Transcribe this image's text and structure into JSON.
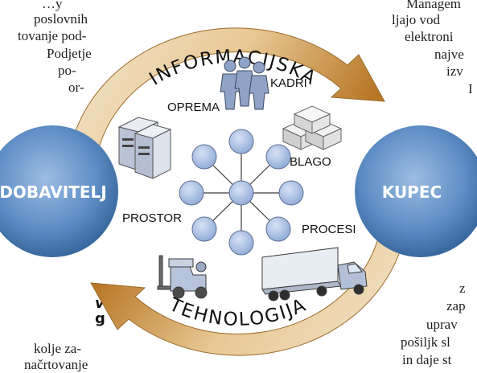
{
  "left_text": {
    "lines": [
      "…y",
      "poslovnih",
      "tovanje pod-",
      "Podjetje",
      "po-",
      "or-"
    ],
    "heading_a": "v",
    "heading_b": "g",
    "bottom_lines": [
      "kolje za-",
      "načrtovanje"
    ]
  },
  "right_text": {
    "lines": [
      "Managem",
      "ljajo vod",
      "elektroni",
      "najve",
      "izv",
      "I"
    ],
    "bottom_lines": [
      "z",
      "zap",
      "uprav",
      "pošiljk sl",
      "in daje st"
    ]
  },
  "diagram": {
    "top_arc": "INFORMACIJSKA",
    "bottom_arc": "TEHNOLOGIJA",
    "supplier": "DOBAVITELJ",
    "customer": "KUPEC",
    "labels": {
      "oprema": "OPREMA",
      "kadri": "KADRI",
      "blago": "BLAGO",
      "prostor": "PROSTOR",
      "procesi": "PROCESI"
    },
    "icons": [
      "servers-icon",
      "people-icon",
      "boxes-icon",
      "forklift-icon",
      "truck-icon",
      "network-icon"
    ],
    "colors": {
      "arc_light": "#f1e2c9",
      "arc_dark": "#bd7f2c",
      "circle_light": "#8fb3db",
      "circle_dark": "#2f5f95",
      "node": "#a9c0e4"
    }
  }
}
